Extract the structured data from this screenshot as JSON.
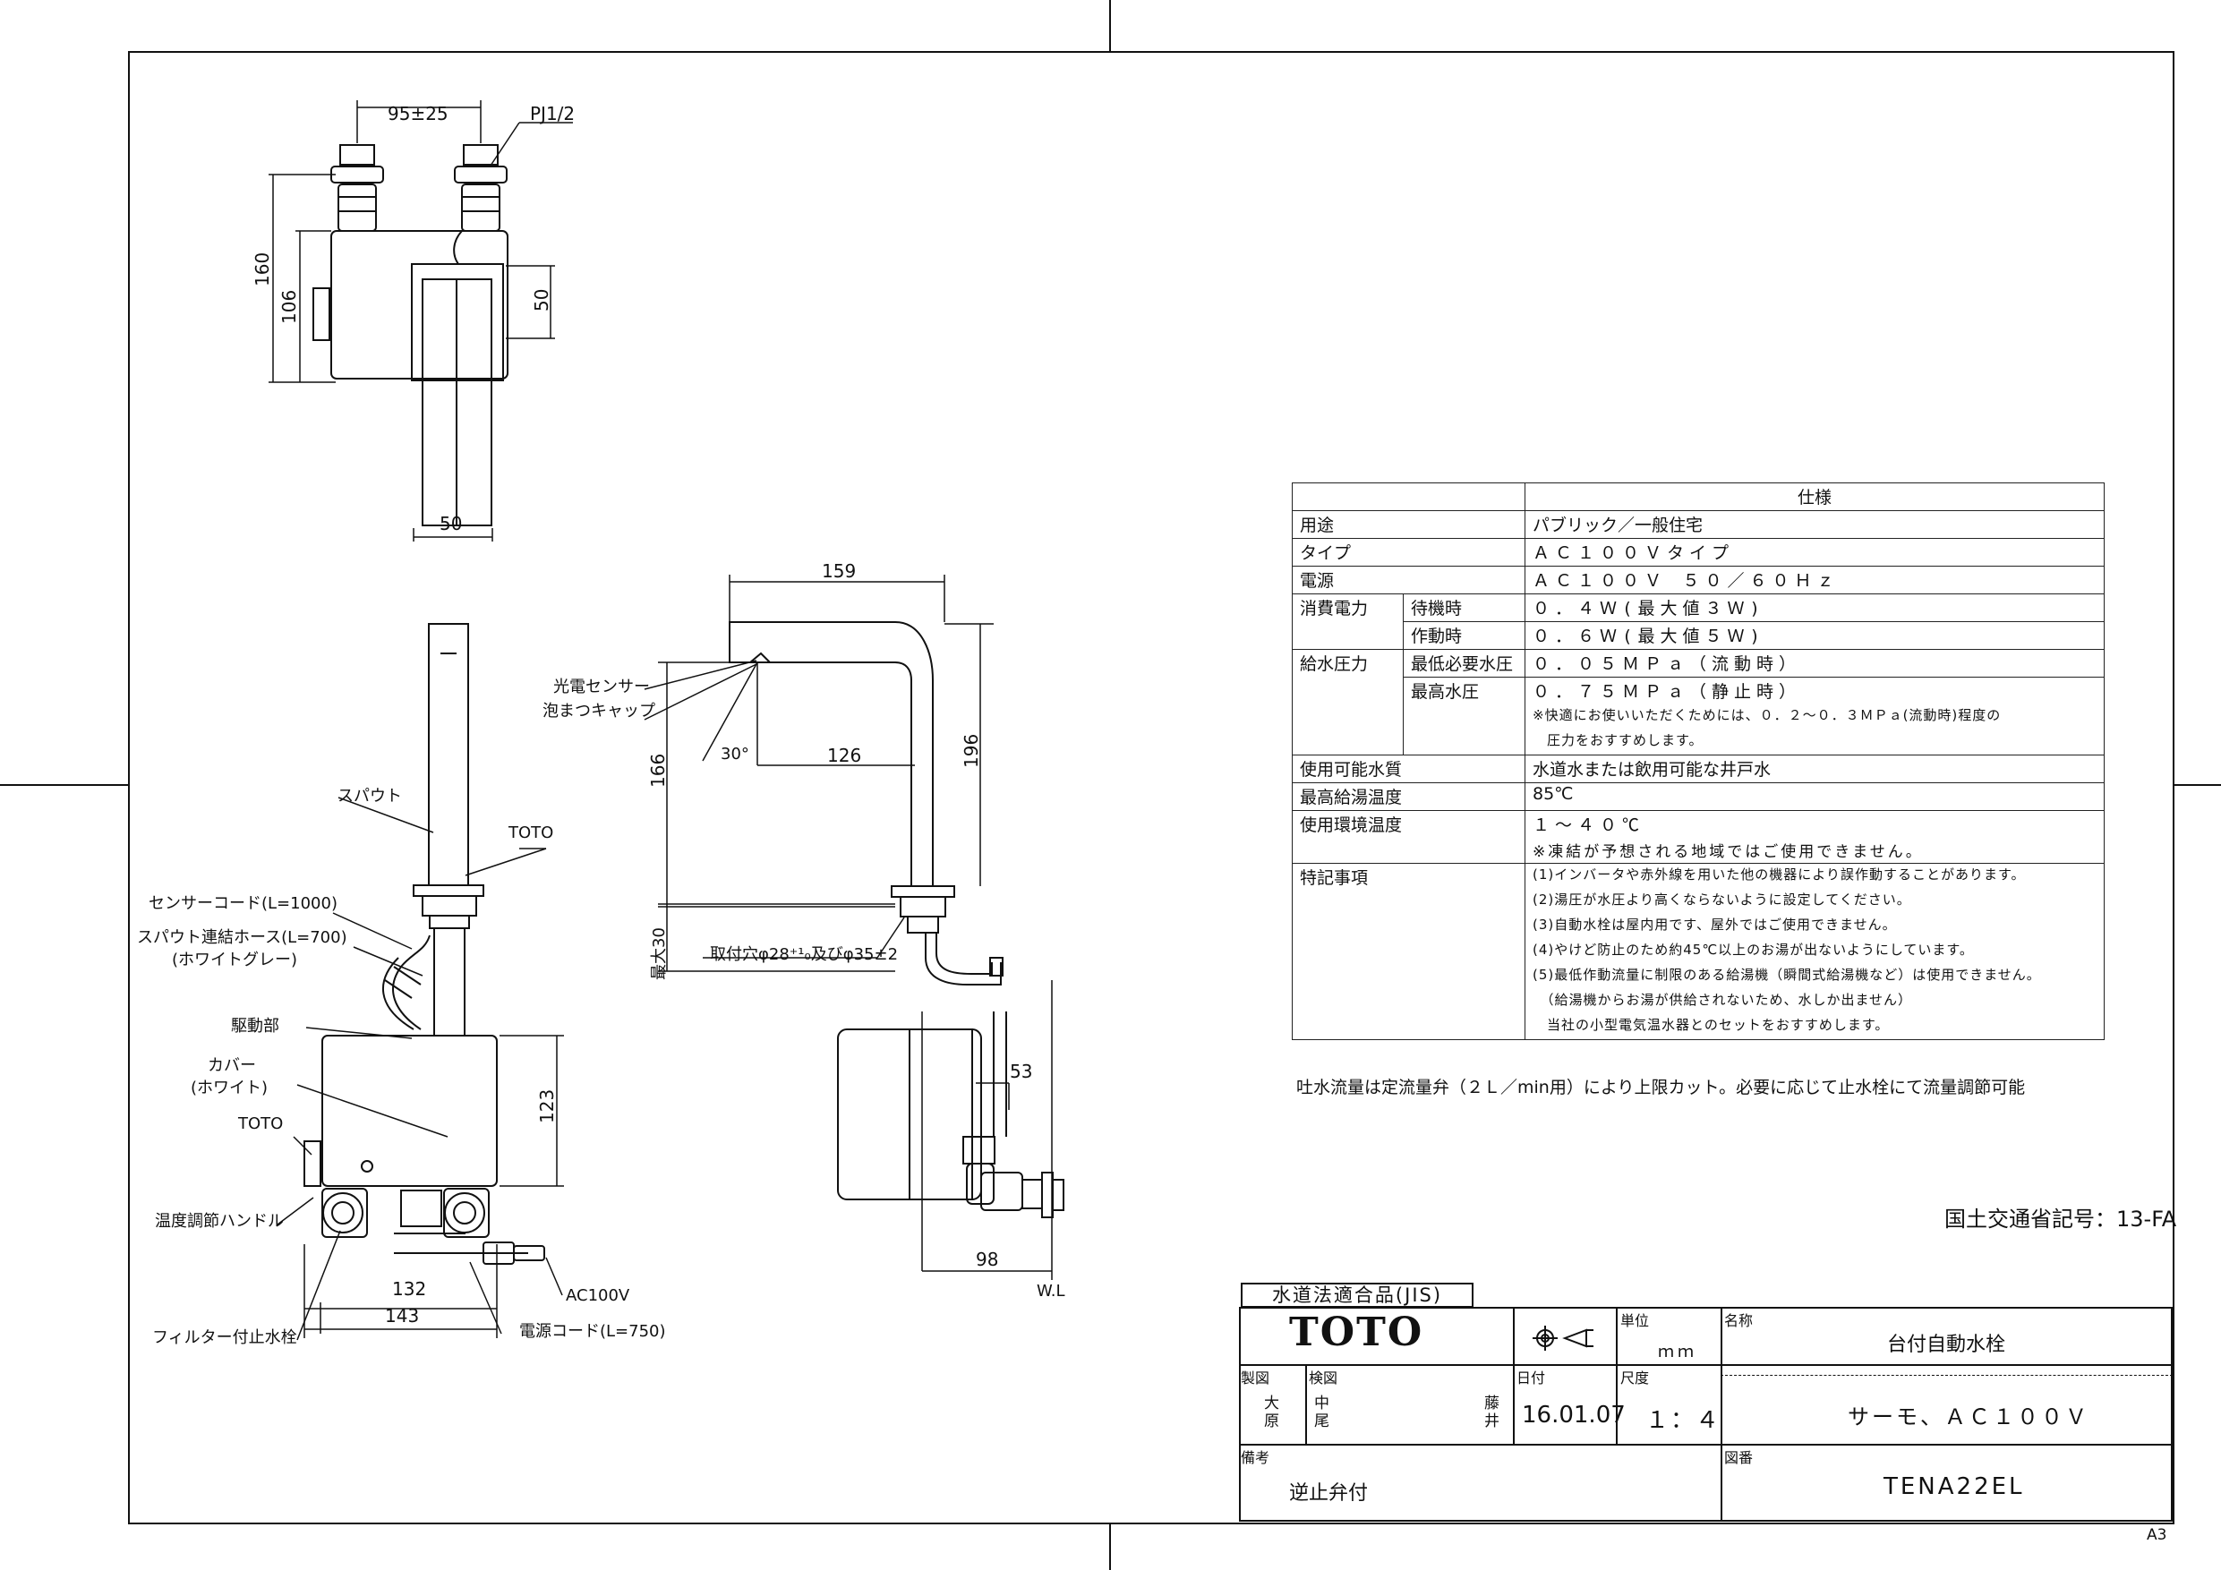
{
  "drawing": {
    "dims": {
      "top_width": "95±25",
      "thread": "PJ1/2",
      "h160": "160",
      "h106": "106",
      "h50": "50",
      "w50": "50",
      "w159": "159",
      "h166": "166",
      "h196": "196",
      "w126": "126",
      "angle30": "30°",
      "max30": "最大30",
      "h123": "123",
      "w53": "53",
      "w98": "98",
      "w132": "132",
      "w143": "143",
      "wl": "W.L"
    },
    "labels": {
      "photo_sensor": "光電センサー",
      "aerator_cap": "泡まつキャップ",
      "spout": "スパウト",
      "toto_mark_1": "TOTO",
      "sensor_cord": "センサーコード(L=1000)",
      "spout_hose": "スパウト連結ホース(L=700)",
      "hose_color": "(ホワイトグレー)",
      "drive_unit": "駆動部",
      "cover": "カバー",
      "cover_color": "(ホワイト)",
      "toto_mark_2": "TOTO",
      "temp_handle": "温度調節ハンドル",
      "filter_valve": "フィルター付止水栓",
      "power_cord": "電源コード(L=750)",
      "ac100v": "AC100V",
      "mount_hole": "取付穴φ28⁺¹₀及びφ35±2"
    }
  },
  "spec_table": {
    "header": "仕様",
    "rows": [
      {
        "label": "用途",
        "sub": "",
        "value": "パブリック／一般住宅"
      },
      {
        "label": "タイプ",
        "sub": "",
        "value": "ＡＣ１００Ｖタイプ"
      },
      {
        "label": "電源",
        "sub": "",
        "value": "ＡＣ１００Ｖ ５０／６０Ｈｚ"
      },
      {
        "label": "消費電力",
        "sub": "待機時",
        "value": "０．４Ｗ(最大値３Ｗ)"
      },
      {
        "label": "",
        "sub": "作動時",
        "value": "０．６Ｗ(最大値５Ｗ)"
      },
      {
        "label": "給水圧力",
        "sub": "最低必要水圧",
        "value": "０．０５ＭＰａ（流動時）"
      },
      {
        "label": "",
        "sub": "最高水圧",
        "value": "０．７５ＭＰａ（静止時）"
      },
      {
        "label": "",
        "sub": "",
        "value": "※快適にお使いいただくためには、０．２～０．３ＭＰａ(流動時)程度の"
      },
      {
        "label": "",
        "sub": "",
        "value": "　圧力をおすすめします。"
      },
      {
        "label": "使用可能水質",
        "sub": "",
        "value": "水道水または飲用可能な井戸水"
      },
      {
        "label": "最高給湯温度",
        "sub": "",
        "value": "85℃"
      },
      {
        "label": "使用環境温度",
        "sub": "",
        "value": "１～４０℃"
      },
      {
        "label": "",
        "sub": "",
        "value": "※凍結が予想される地域ではご使用できません。"
      },
      {
        "label": "特記事項",
        "sub": "",
        "value": "(1)インバータや赤外線を用いた他の機器により誤作動することがあります。"
      },
      {
        "label": "",
        "sub": "",
        "value": "(2)湯圧が水圧より高くならないように設定してください。"
      },
      {
        "label": "",
        "sub": "",
        "value": "(3)自動水栓は屋内用です、屋外ではご使用できません。"
      },
      {
        "label": "",
        "sub": "",
        "value": "(4)やけど防止のため約45℃以上のお湯が出ないようにしています。"
      },
      {
        "label": "",
        "sub": "",
        "value": "(5)最低作動流量に制限のある給湯機（瞬間式給湯機など）は使用できません。"
      },
      {
        "label": "",
        "sub": "",
        "value": "　（給湯機からお湯が供給されないため、水しか出ません）"
      },
      {
        "label": "",
        "sub": "",
        "value": "　当社の小型電気温水器とのセットをおすすめします。"
      }
    ]
  },
  "flow_note": "吐水流量は定流量弁（２Ｌ／min用）により上限カット。必要に応じて止水栓にて流量調節可能",
  "registration": "国土交通省記号：13-FA",
  "paper_size": "A3",
  "title_block": {
    "jis": "水道法適合品(JIS)",
    "logo": "TOTO",
    "unit_label": "単位",
    "unit_value": "ｍｍ",
    "name_label": "名称",
    "product_name": "台付自動水栓",
    "subtitle": "サーモ、ＡＣ１００Ｖ",
    "drawn_label": "製図",
    "drawn_by": "大原",
    "checked_label": "検図",
    "checked_by_1": "中尾",
    "checked_by_2": "藤井",
    "date_label": "日付",
    "date": "16.01.07",
    "scale_label": "尺度",
    "scale": "１：４",
    "remarks_label": "備考",
    "remarks": "逆止弁付",
    "drawing_no_label": "図番",
    "drawing_no": "TENA22EL"
  }
}
